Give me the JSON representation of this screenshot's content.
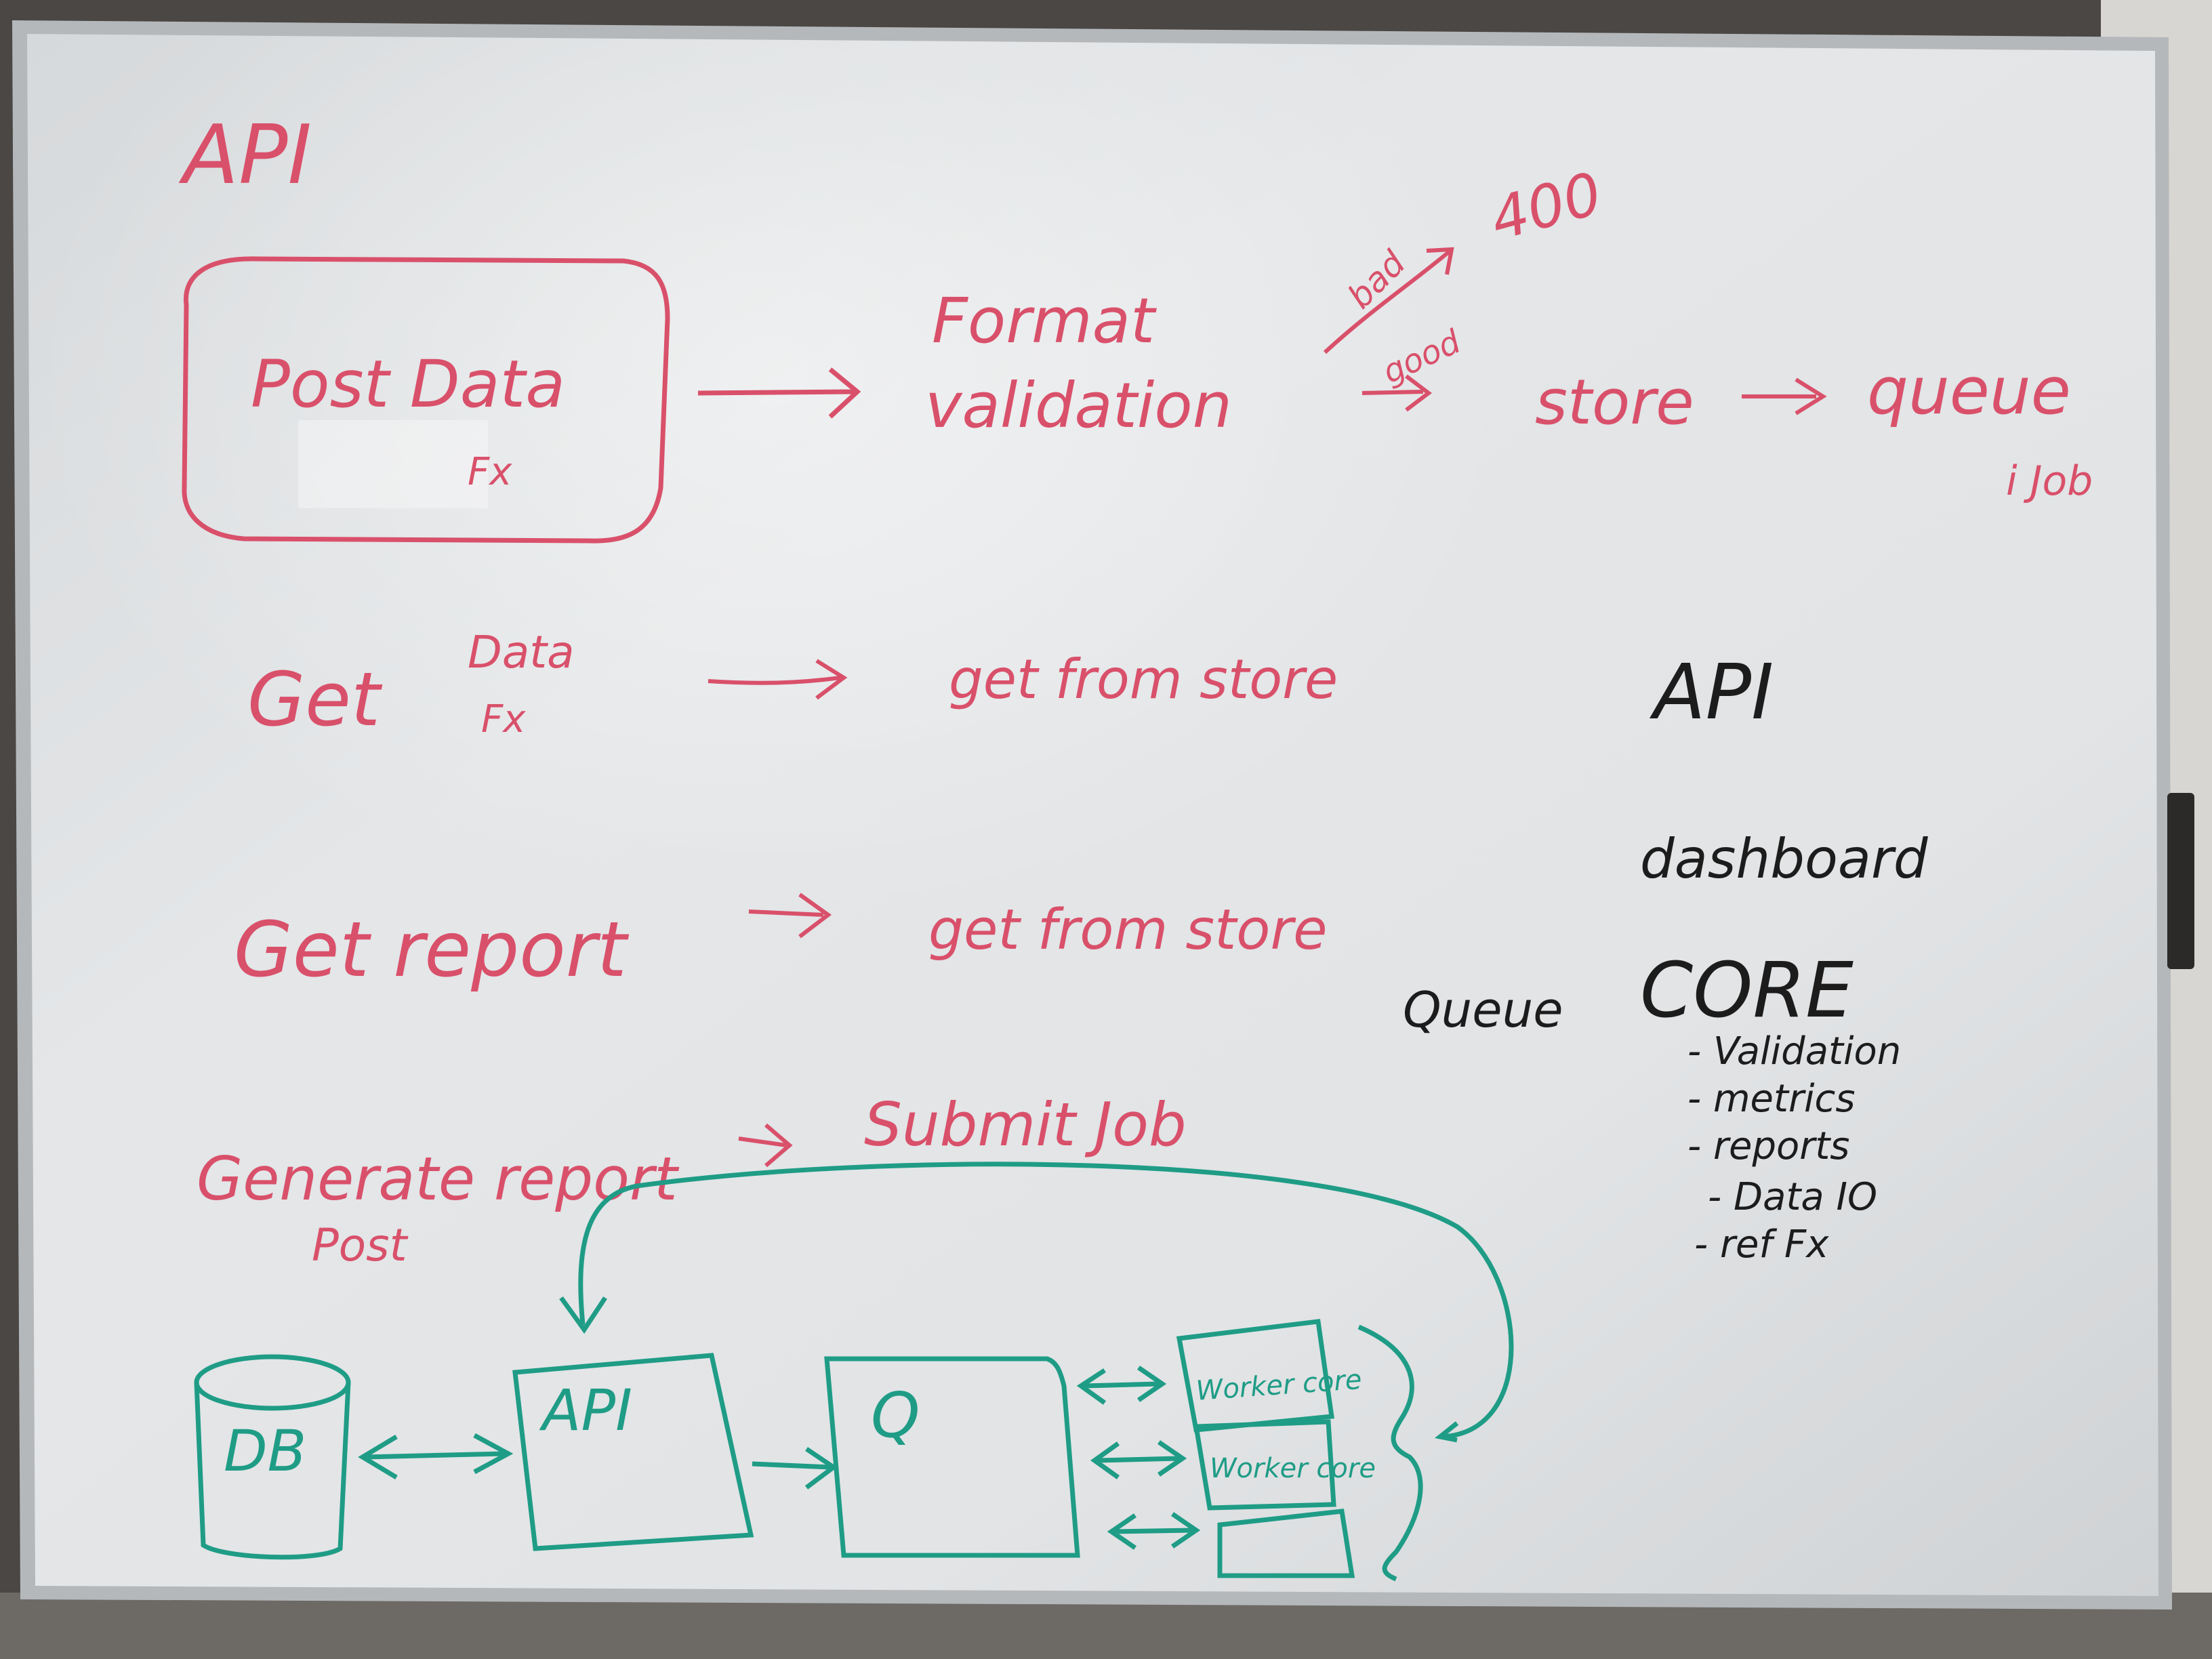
{
  "colors": {
    "red_marker": "#d9506a",
    "black_marker": "#1c1c1c",
    "green_marker": "#1f9c86",
    "board": "#dfe2e4",
    "frame": "#b9bcbf"
  },
  "red_notes": {
    "title": "API",
    "post_data": "Post Data",
    "post_fx": "Fx",
    "format": "Format",
    "validation": "validation",
    "bad": "bad",
    "good": "good",
    "code_400": "400",
    "store": "store",
    "queue": "queue",
    "job": "i Job",
    "get": "Get",
    "get_data": "Data",
    "get_data_fx": "Fx",
    "get_from_store_1": "get from store",
    "get_report": "Get report",
    "get_from_store_2": "get from store",
    "generate_report": "Generate report",
    "post": "Post",
    "submit_job": "Submit Job"
  },
  "black_notes": {
    "api": "API",
    "dashboard": "dashboard",
    "queue": "Queue",
    "core": "CORE",
    "core_items": [
      "- Validation",
      "- metrics",
      "- reports",
      "- Data IO",
      "- ref Fx"
    ]
  },
  "diagram": {
    "db": "DB",
    "api": "API",
    "q": "Q",
    "worker_1": "Worker core",
    "worker_2": "Worker core"
  }
}
